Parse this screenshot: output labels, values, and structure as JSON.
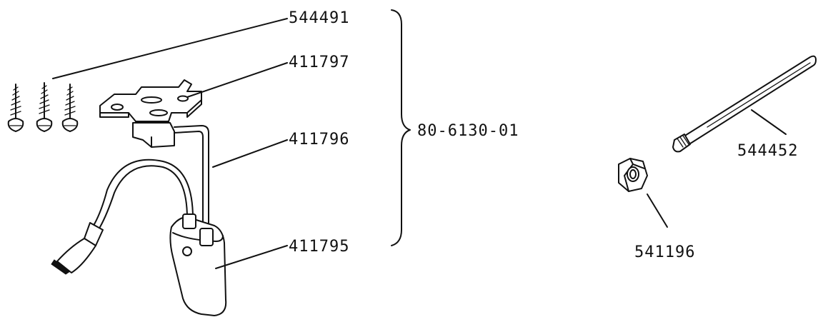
{
  "labels": {
    "screws": "544491",
    "bracket": "411797",
    "cable": "411796",
    "housing": "411795",
    "assembly": "80-6130-01",
    "antenna_rod": "544452",
    "hex_nut": "541196"
  },
  "icons": {
    "screws": "wood-screw-icon",
    "bracket": "mounting-bracket-icon",
    "cable": "cable-icon",
    "housing": "transducer-housing-icon",
    "brace": "curly-brace-icon",
    "antenna_rod": "threaded-rod-icon",
    "hex_nut": "hex-nut-icon"
  },
  "colors": {
    "ink": "#111111",
    "paper": "#ffffff"
  }
}
